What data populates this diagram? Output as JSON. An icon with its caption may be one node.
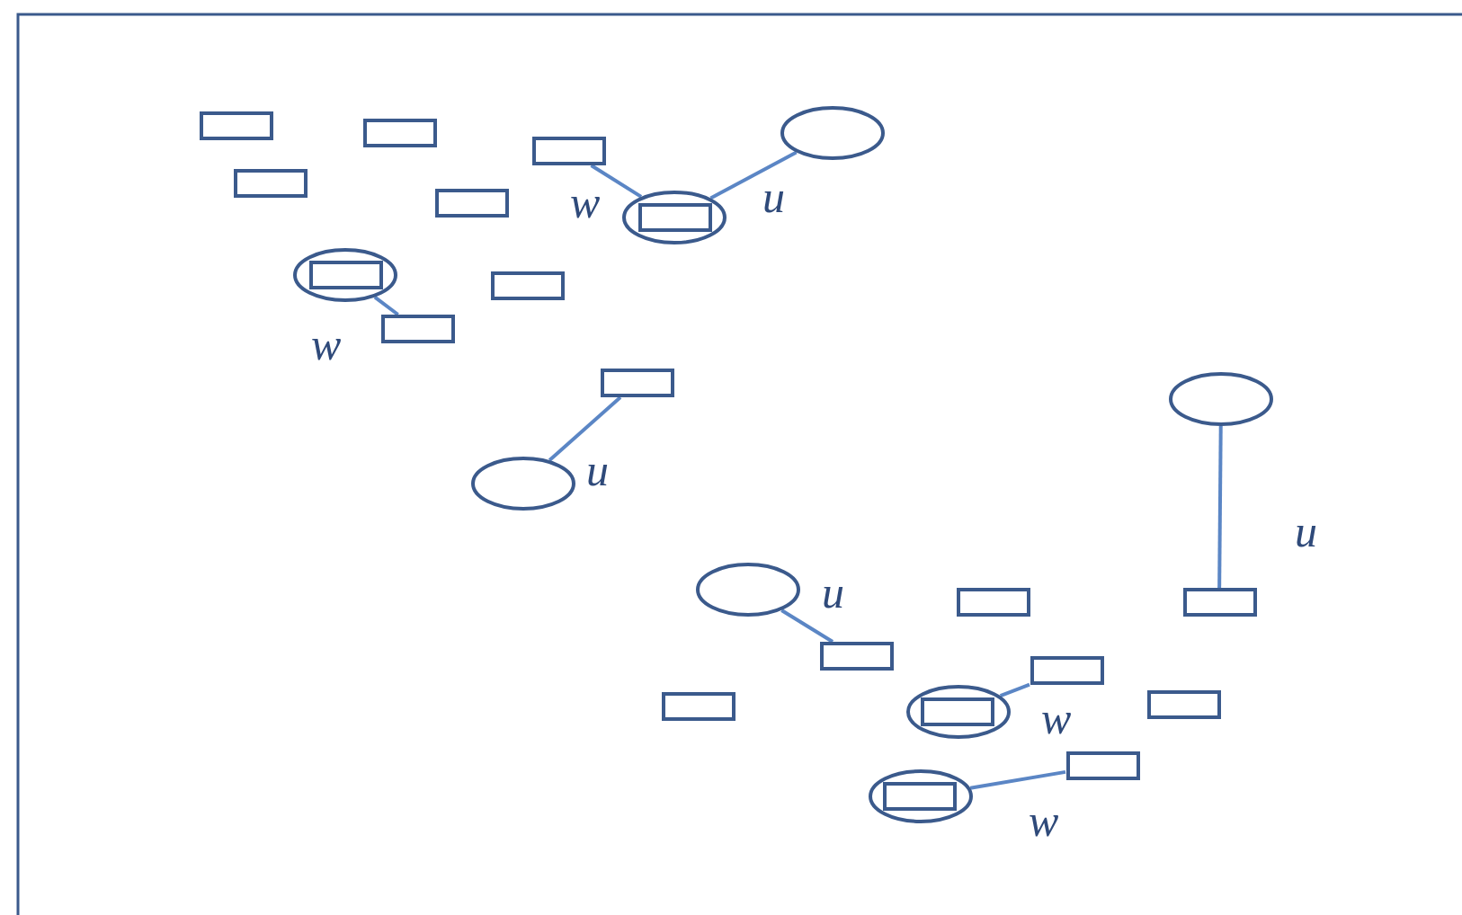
{
  "diagram": {
    "nodes": [
      {
        "text": [],
        "shape": "box"
      },
      {
        "text": [],
        "shape": "box"
      },
      {
        "text": [],
        "shape": "box"
      },
      {
        "text": [],
        "shape": "ellipse"
      },
      {
        "text": [],
        "shape": "box"
      },
      {
        "text": [],
        "shape": "box"
      },
      {
        "text": [],
        "shape": "ellipse"
      },
      {
        "text": [],
        "shape": "box",
        "in": 6
      },
      {
        "text": [],
        "shape": "ellipse"
      },
      {
        "text": [],
        "shape": "box",
        "in": 8
      },
      {
        "text": [],
        "shape": "box"
      },
      {
        "text": [],
        "shape": "box"
      },
      {
        "text": [],
        "shape": "box"
      },
      {
        "text": [],
        "shape": "ellipse"
      },
      {
        "text": [],
        "shape": "ellipse"
      },
      {
        "text": [],
        "shape": "ellipse"
      },
      {
        "text": [],
        "shape": "box"
      },
      {
        "text": [],
        "shape": "box"
      },
      {
        "text": [],
        "shape": "box"
      },
      {
        "text": [],
        "shape": "box"
      },
      {
        "text": [],
        "shape": "box"
      },
      {
        "text": [],
        "shape": "ellipse"
      },
      {
        "text": [],
        "shape": "box",
        "in": 21
      },
      {
        "text": [],
        "shape": "box"
      },
      {
        "text": [],
        "shape": "box"
      },
      {
        "text": [],
        "shape": "ellipse"
      },
      {
        "text": [],
        "shape": "box",
        "in": 25
      }
    ],
    "edges": [
      {
        "from": 2,
        "to": 6,
        "arrow": "none",
        "label": "w"
      },
      {
        "from": 3,
        "to": 6,
        "arrow": "none",
        "label": "u"
      },
      {
        "from": 8,
        "to": 11,
        "arrow": "none",
        "label": "w"
      },
      {
        "from": 12,
        "to": 14,
        "arrow": "none",
        "label": "u"
      },
      {
        "from": 13,
        "to": 17,
        "arrow": "none",
        "label": "u"
      },
      {
        "from": 15,
        "to": 18,
        "arrow": "none",
        "label": "u"
      },
      {
        "from": 21,
        "to": 19,
        "arrow": "none",
        "label": "w"
      },
      {
        "from": 25,
        "to": 24,
        "arrow": "none",
        "label": "w"
      }
    ]
  }
}
